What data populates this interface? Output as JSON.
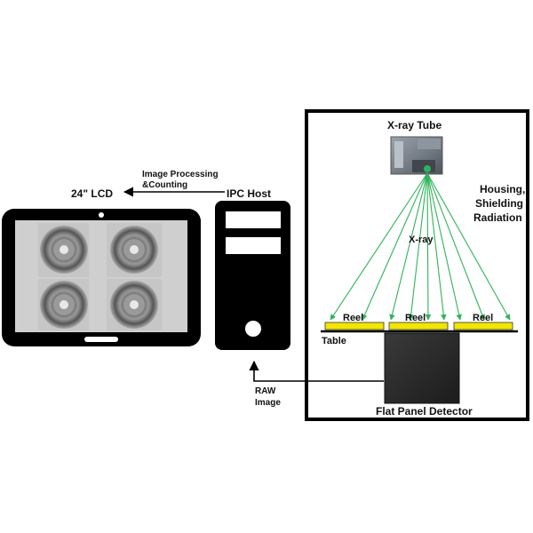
{
  "labels": {
    "lcd": "24\" LCD",
    "ipc_host": "IPC Host",
    "processing_line1": "Image Processing",
    "processing_line2": "&Counting",
    "raw_line1": "RAW",
    "raw_line2": "Image",
    "xray_tube": "X-ray Tube",
    "housing_line1": "Housing,",
    "housing_line2": "Shielding",
    "housing_line3": "Radiation",
    "xray": "X-ray",
    "table": "Table",
    "reel_left": "Reel",
    "reel_middle": "Reel",
    "reel_right": "Reel",
    "detector": "Flat Panel Detector"
  },
  "colors": {
    "beam": "#2fb35a",
    "reel": "#f2e600",
    "device": "#000000",
    "xray_image_bg": "#cfcfcf"
  },
  "icons": {
    "monitor": "tablet-monitor-icon",
    "pc": "pc-tower-icon",
    "tube": "xray-tube-icon",
    "detector": "flat-panel-detector-icon"
  }
}
